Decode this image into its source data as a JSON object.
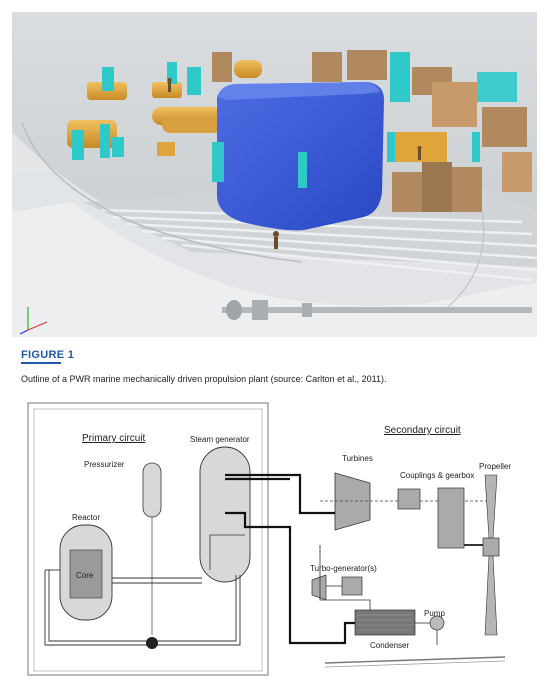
{
  "figure": {
    "label": "FIGURE 1",
    "caption": "Outline of a PWR marine mechanically driven propulsion plant (source: Carlton et al., 2011)."
  },
  "diagram": {
    "primary_circuit": "Primary circuit",
    "secondary_circuit": "Secondary circuit",
    "steam_generator": "Steam generator",
    "pressurizer": "Pressurizer",
    "reactor": "Reactor",
    "core": "Core",
    "turbines": "Turbines",
    "couplings_gearbox": "Couplings & gearbox",
    "propeller": "Propeller",
    "turbo_generator": "Turbo-generator(s)",
    "pump": "Pump",
    "condenser": "Condenser"
  },
  "colors": {
    "reactor_block": "#3b5bd6",
    "machinery": "#e0a53a",
    "cyan_panels": "#2fc9c9",
    "brown_blocks": "#b08a5e",
    "figure_label": "#1d5aa8"
  }
}
